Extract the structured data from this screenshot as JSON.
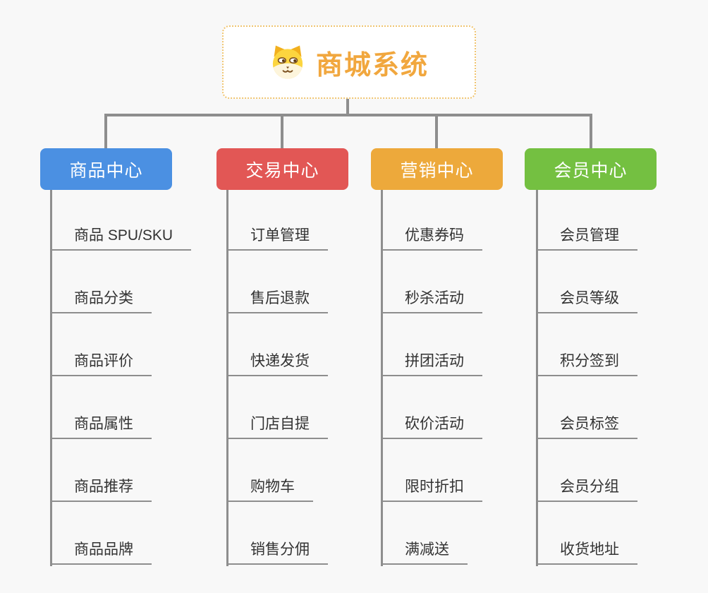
{
  "root": {
    "title": "商城系统",
    "icon": "shiba-dog-icon",
    "accent_color": "#f1a73e",
    "border_color": "#f0c571"
  },
  "colors": {
    "background": "#f8f8f8",
    "connector": "#8e8e8e",
    "leaf_text": "#333333"
  },
  "branches": [
    {
      "label": "商品中心",
      "color": "#4b90e2",
      "items": [
        "商品 SPU/SKU",
        "商品分类",
        "商品评价",
        "商品属性",
        "商品推荐",
        "商品品牌"
      ]
    },
    {
      "label": "交易中心",
      "color": "#e25755",
      "items": [
        "订单管理",
        "售后退款",
        "快递发货",
        "门店自提",
        "购物车",
        "销售分佣"
      ]
    },
    {
      "label": "营销中心",
      "color": "#eda93b",
      "items": [
        "优惠券码",
        "秒杀活动",
        "拼团活动",
        "砍价活动",
        "限时折扣",
        "满减送"
      ]
    },
    {
      "label": "会员中心",
      "color": "#74c041",
      "items": [
        "会员管理",
        "会员等级",
        "积分签到",
        "会员标签",
        "会员分组",
        "收货地址"
      ]
    }
  ]
}
